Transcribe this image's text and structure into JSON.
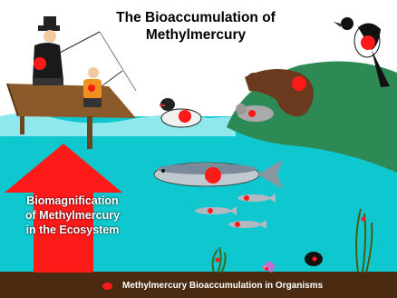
{
  "title": {
    "line1": "The Bioaccumulation of",
    "line2": "Methylmercury"
  },
  "arrow_label": {
    "line1": "Biomagnification",
    "line2": "of Methylmercury",
    "line3": "in the Ecosystem"
  },
  "legend": {
    "text": "Methylmercury Bioaccumulation in Organisms"
  },
  "colors": {
    "water": "#0fc8cf",
    "water_surface": "#8ee8ec",
    "hill": "#2d8a55",
    "sediment": "#4a2a10",
    "dock": "#8b5a2b",
    "arrow": "#ff1a1a",
    "mercury_dot": "#ff1a1a"
  }
}
